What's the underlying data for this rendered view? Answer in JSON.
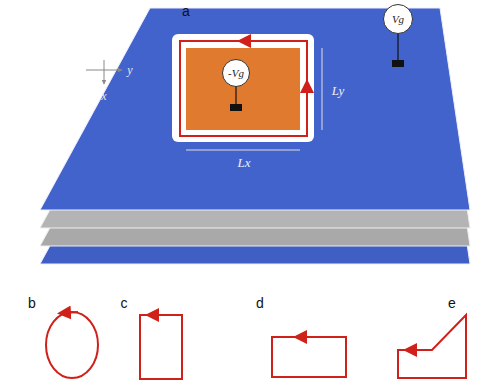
{
  "diagram": {
    "nodes": [
      {
        "text": [
          "-Vg"
        ]
      },
      {
        "text": [
          "Vg"
        ]
      }
    ],
    "labels": [
      "a",
      "x",
      "y",
      "Lx",
      "Ly",
      "b",
      "c",
      "d",
      "e"
    ]
  }
}
